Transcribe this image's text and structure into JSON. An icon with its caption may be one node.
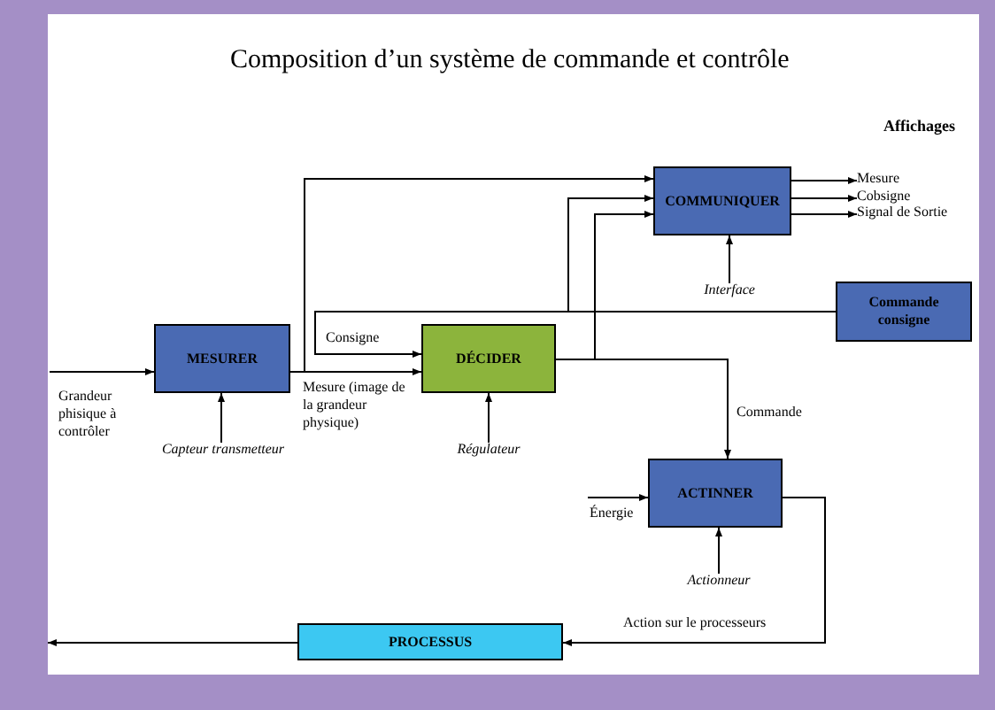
{
  "diagram": {
    "title": "Composition d’un système de commande et contrôle",
    "nodes": [
      {
        "text": [
          "MESURER"
        ]
      },
      {
        "text": [
          "DÉCIDER"
        ]
      },
      {
        "text": [
          "COMMUNIQUER"
        ]
      },
      {
        "text": [
          "Commande consigne"
        ]
      },
      {
        "text": [
          "ACTINNER"
        ]
      },
      {
        "text": [
          "PROCESSUS"
        ]
      },
      {
        "text": [
          "Capteur transmetteur"
        ]
      },
      {
        "text": [
          "Régulateur"
        ]
      },
      {
        "text": [
          "Interface"
        ]
      },
      {
        "text": [
          "Mesure"
        ]
      },
      {
        "text": [
          "Cobsigne"
        ]
      },
      {
        "text": [
          "Signal de Sortie"
        ]
      },
      {
        "text": [
          "Actionneur"
        ]
      }
    ],
    "edges": [
      {
        "from": null,
        "to": 0,
        "arrow": "to",
        "label": "Grandeur phisique à contrôler"
      },
      {
        "from": 0,
        "to": 1,
        "arrow": "to",
        "label": "Mesure (image de la grandeur physique)"
      },
      {
        "from": 0,
        "to": 2,
        "arrow": "to"
      },
      {
        "from": 3,
        "to": 1,
        "arrow": "to",
        "label": "Consigne"
      },
      {
        "from": 3,
        "to": 2,
        "arrow": "to"
      },
      {
        "from": 1,
        "to": 2,
        "arrow": "to"
      },
      {
        "from": 1,
        "to": 4,
        "arrow": "to",
        "label": "Commande"
      },
      {
        "from": 6,
        "to": 0,
        "arrow": "to"
      },
      {
        "from": 7,
        "to": 1,
        "arrow": "to"
      },
      {
        "from": 8,
        "to": 2,
        "arrow": "to"
      },
      {
        "from": 2,
        "to": 9,
        "arrow": "to"
      },
      {
        "from": 2,
        "to": 10,
        "arrow": "to"
      },
      {
        "from": 2,
        "to": 11,
        "arrow": "to"
      },
      {
        "from": null,
        "to": 4,
        "arrow": "to",
        "label": "Énergie"
      },
      {
        "from": 12,
        "to": 4,
        "arrow": "to"
      },
      {
        "from": 4,
        "to": 5,
        "arrow": "to",
        "label": "Action sur le processeurs"
      },
      {
        "from": 5,
        "to": null,
        "arrow": "to"
      }
    ],
    "labels": [
      "Affichages"
    ]
  }
}
